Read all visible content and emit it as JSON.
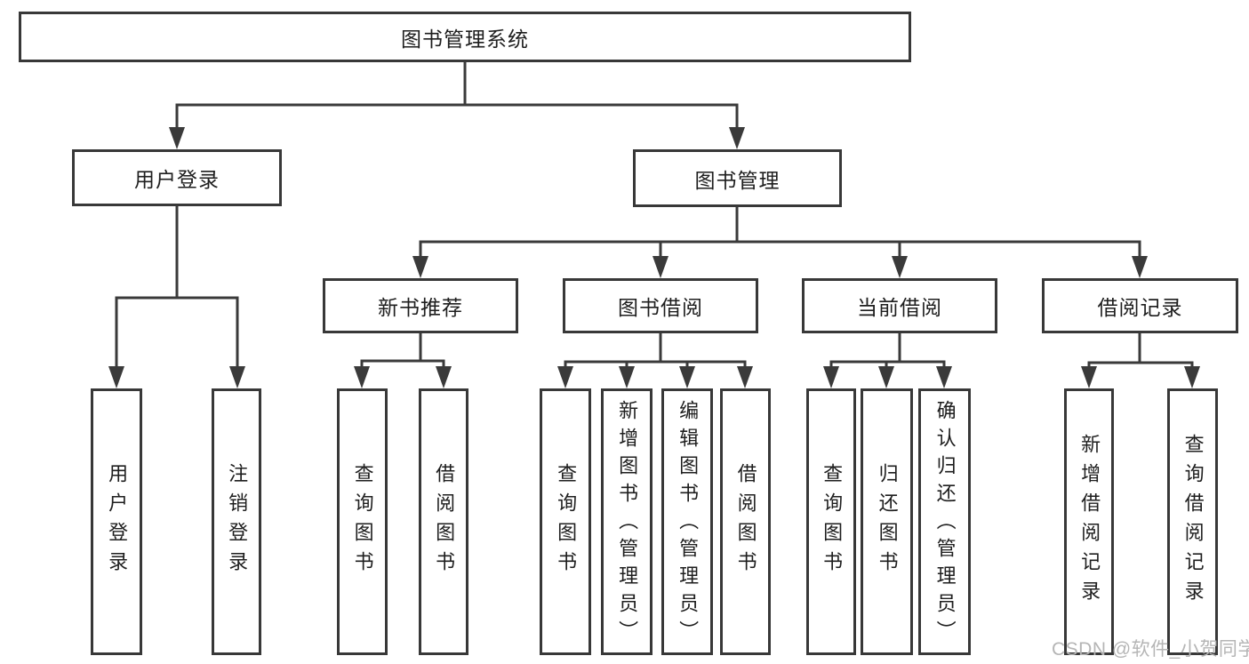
{
  "tree": {
    "label": "图书管理系统",
    "children": [
      {
        "label": "用户登录",
        "children": [
          {
            "label": "用户登录"
          },
          {
            "label": "注销登录"
          }
        ]
      },
      {
        "label": "图书管理",
        "children": [
          {
            "label": "新书推荐",
            "children": [
              {
                "label": "查询图书"
              },
              {
                "label": "借阅图书"
              }
            ]
          },
          {
            "label": "图书借阅",
            "children": [
              {
                "label": "查询图书"
              },
              {
                "label": "新增图书（管理员）"
              },
              {
                "label": "编辑图书（管理员）"
              },
              {
                "label": "借阅图书"
              }
            ]
          },
          {
            "label": "当前借阅",
            "children": [
              {
                "label": "查询图书"
              },
              {
                "label": "归还图书"
              },
              {
                "label": "确认归还（管理员）"
              }
            ]
          },
          {
            "label": "借阅记录",
            "children": [
              {
                "label": "新增借阅记录"
              },
              {
                "label": "查询借阅记录"
              }
            ]
          }
        ]
      }
    ]
  },
  "colors": {
    "line": "#3a3a3a",
    "border": "#383838",
    "text": "#1e1e1e",
    "watermark": "#b5b5b5"
  },
  "watermark": "CSDN @软件_小贺同学"
}
